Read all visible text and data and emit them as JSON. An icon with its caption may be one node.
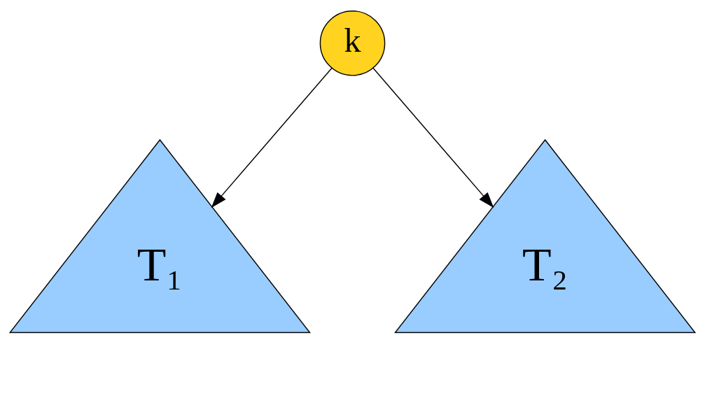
{
  "diagram": {
    "nodes": [
      {
        "text": [
          "k"
        ]
      },
      {
        "text": [
          "T₁"
        ]
      },
      {
        "text": [
          "T₂"
        ]
      }
    ],
    "edges": [
      {
        "from": 0,
        "to": 1,
        "arrow": "to"
      },
      {
        "from": 0,
        "to": 2,
        "arrow": "to"
      }
    ]
  }
}
